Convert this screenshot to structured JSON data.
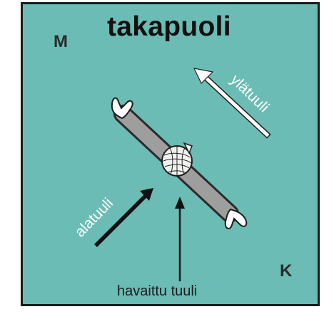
{
  "diagram": {
    "title": "takapuoli",
    "corner_top_left": "M",
    "corner_bottom_right": "K",
    "observed_wind_label": "havaittu tuuli",
    "upper_wind_label": "ylätuuli",
    "lower_wind_label": "alatuuli",
    "colors": {
      "background": "#6bbcb5",
      "border": "#1b1b1b",
      "upper_wind_arrow": "#ffffff",
      "lower_wind_arrow": "#111111",
      "observed_wind_arrow": "#111111",
      "body_band": "#9c9c9c"
    }
  }
}
